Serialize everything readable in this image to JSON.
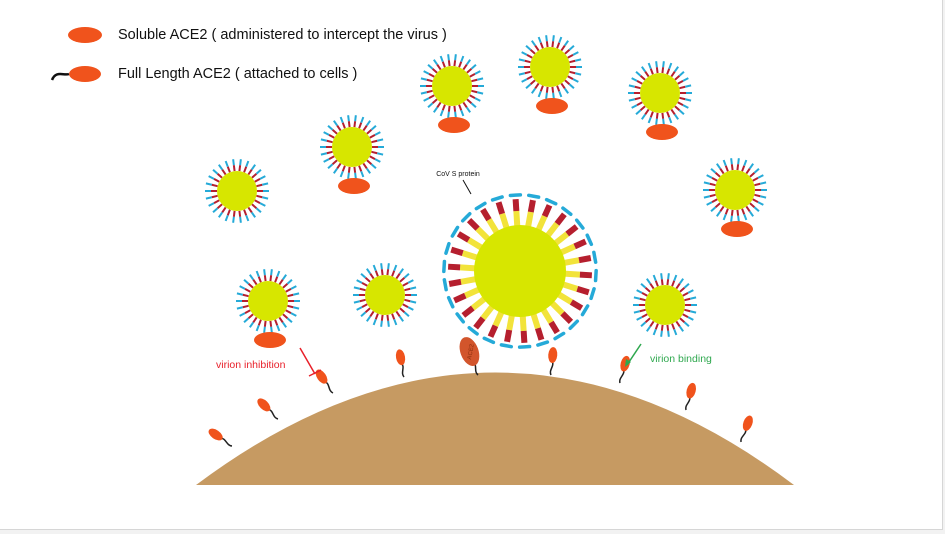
{
  "legend": {
    "soluble": "Soluble ACE2 ( administered to intercept the virus )",
    "full_length": "Full Length ACE2  ( attached to cells )"
  },
  "labels": {
    "spike": "CoV S protein",
    "inhibition": "virion inhibition",
    "binding": "virion binding",
    "receptor_tag": "ACE2"
  },
  "colors": {
    "virion_core": "#d7e600",
    "ace2": "#f0531c",
    "cell": "#c69a62",
    "spike_stem": "#f2e33a",
    "spike_red": "#b51f2e",
    "spike_tip": "#25aad8",
    "inhibition": "#e8202a",
    "binding": "#2fa84f"
  }
}
